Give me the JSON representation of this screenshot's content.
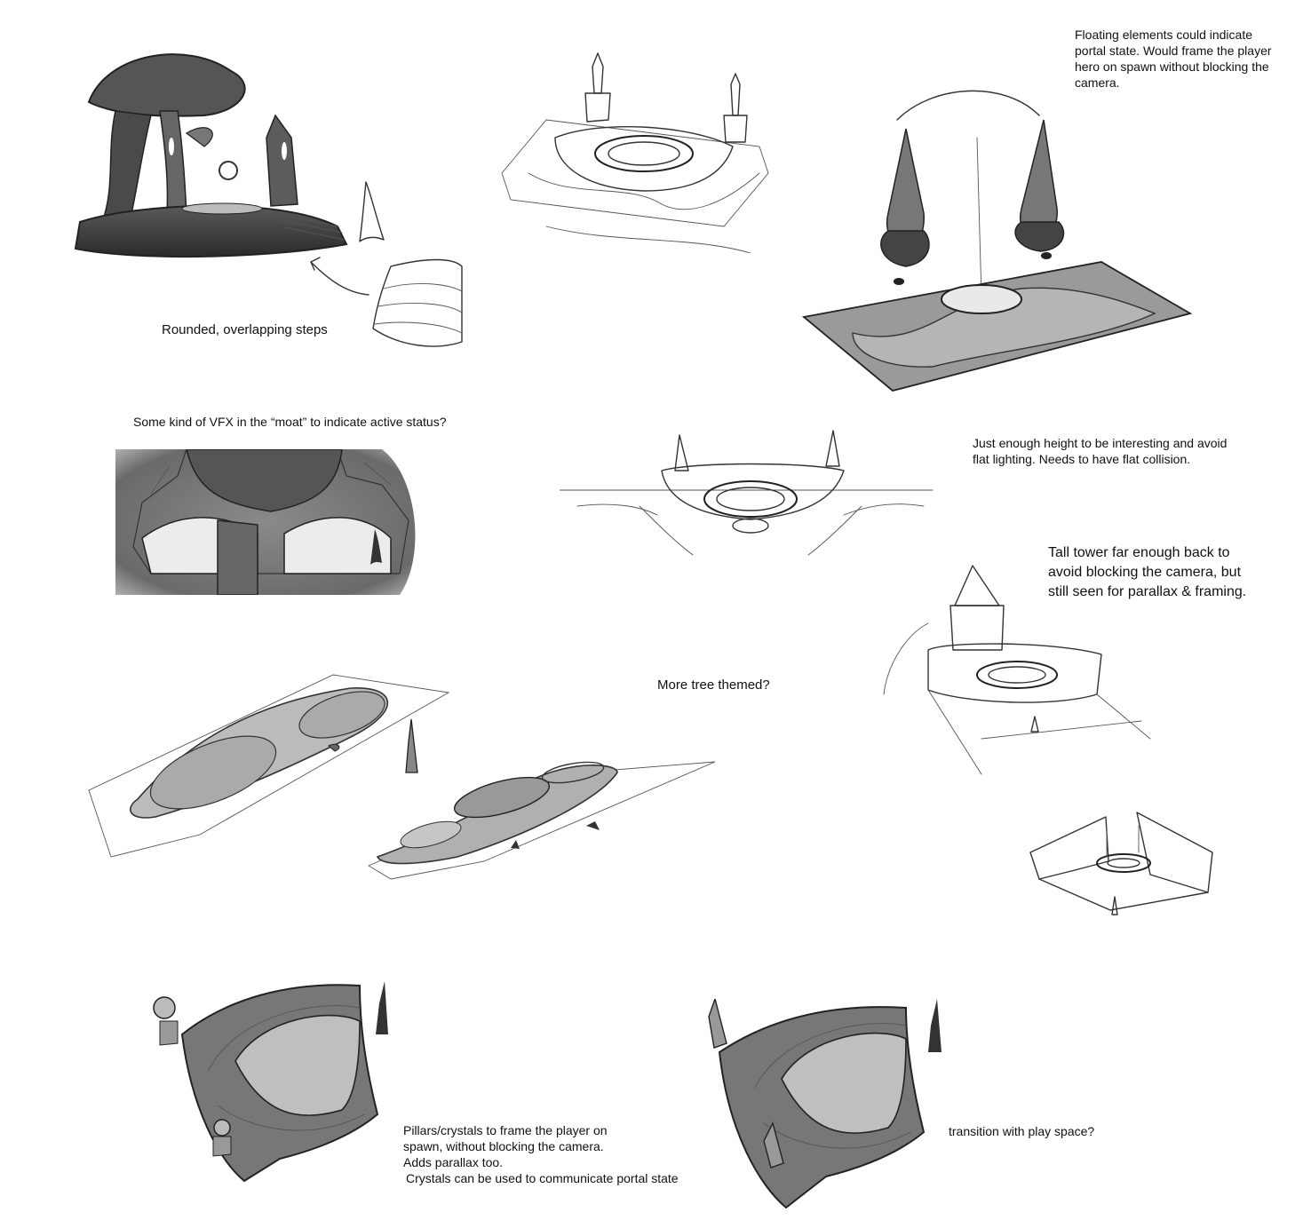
{
  "notes": {
    "rounded_steps": "Rounded, overlapping steps",
    "floating_elements": "Floating elements could indicate\nportal state. Would frame the player\nhero on spawn without blocking the\ncamera.",
    "moat_vfx": "Some kind of VFX in the “moat” to indicate active status?",
    "height": "Just enough height to be interesting and avoid\nflat lighting. Needs to have flat collision.",
    "tall_tower": "Tall tower far enough back to\navoid blocking the camera, but\nstill  seen for parallax & framing.",
    "tree_themed": "More tree themed?",
    "pillars": "Pillars/crystals to frame the player on\nspawn, without blocking the camera.\nAdds parallax too.",
    "crystals": "Crystals can be used to communicate portal state",
    "transition": "transition with play space?"
  }
}
